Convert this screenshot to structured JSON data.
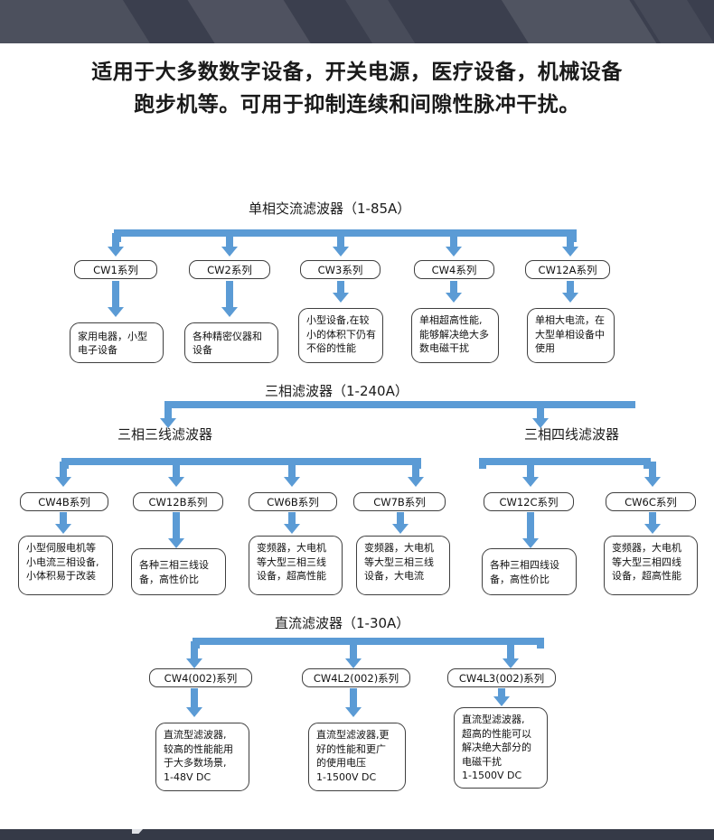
{
  "banner": {
    "top_color": "#3b3f4e",
    "bottom_color": "#353a47"
  },
  "accent_color": "#5b9bd5",
  "intro": {
    "line1": "适用于大多数数字设备，开关电源，医疗设备，机械设备",
    "line2": "跑步机等。可用于抑制连续和间隙性脉冲干扰。"
  },
  "sections": [
    {
      "title": "单相交流滤波器（1-85A）",
      "items": [
        {
          "series": "CW1系列",
          "desc": [
            "家用电器，小型",
            "电子设备"
          ]
        },
        {
          "series": "CW2系列",
          "desc": [
            "各种精密仪器和",
            "设备"
          ]
        },
        {
          "series": "CW3系列",
          "desc": [
            "小型设备,在较",
            "小的体积下仍有",
            "不俗的性能"
          ]
        },
        {
          "series": "CW4系列",
          "desc": [
            "单相超高性能,",
            "能够解决绝大多",
            "数电磁干扰"
          ]
        },
        {
          "series": "CW12A系列",
          "desc": [
            "单相大电流，在",
            "大型单相设备中",
            "使用"
          ]
        }
      ]
    },
    {
      "title": "三相滤波器（1-240A）",
      "subgroups": [
        {
          "title": "三相三线滤波器",
          "items": [
            {
              "series": "CW4B系列",
              "desc": [
                "小型伺服电机等",
                "小电流三相设备,",
                "小体积易于改装"
              ]
            },
            {
              "series": "CW12B系列",
              "desc": [
                "各种三相三线设",
                "备，高性价比"
              ]
            },
            {
              "series": "CW6B系列",
              "desc": [
                "变频器，大电机",
                "等大型三相三线",
                "设备，超高性能"
              ]
            },
            {
              "series": "CW7B系列",
              "desc": [
                "变频器，大电机",
                "等大型三相三线",
                "设备，大电流"
              ]
            }
          ]
        },
        {
          "title": "三相四线滤波器",
          "items": [
            {
              "series": "CW12C系列",
              "desc": [
                "各种三相四线设",
                "备，高性价比"
              ]
            },
            {
              "series": "CW6C系列",
              "desc": [
                "变频器，大电机",
                "等大型三相四线",
                "设备，超高性能"
              ]
            }
          ]
        }
      ]
    },
    {
      "title": "直流滤波器（1-30A）",
      "items": [
        {
          "series": "CW4(002)系列",
          "desc": [
            "直流型滤波器,",
            "较高的性能能用",
            "于大多数场景,",
            "1-48V DC"
          ]
        },
        {
          "series": "CW4L2(002)系列",
          "desc": [
            "直流型滤波器,更",
            "好的性能和更广",
            "的使用电压",
            "1-1500V DC"
          ]
        },
        {
          "series": "CW4L3(002)系列",
          "desc": [
            "直流型滤波器,",
            "超高的性能可以",
            "解决绝大部分的",
            "电磁干扰",
            " 1-1500V DC"
          ]
        }
      ]
    }
  ]
}
